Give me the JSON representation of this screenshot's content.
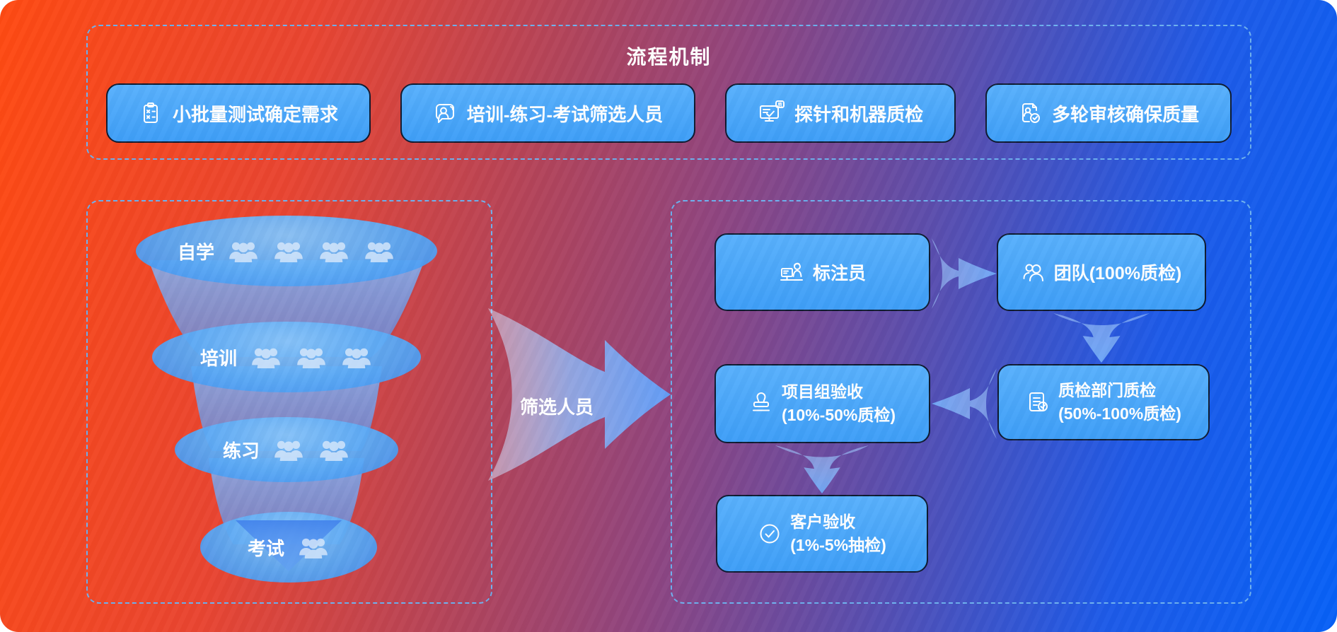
{
  "page": {
    "title": "流程机制"
  },
  "colors": {
    "background_left": "#ff4a12",
    "background_right": "#0761f7",
    "box_fill": "#49a7fb",
    "box_border": "#0e1a30",
    "dashed_border": "#6db0ee",
    "arrow_fill": "#7db4f6",
    "text": "#ffffff"
  },
  "top_boxes": [
    {
      "label": "小批量测试确定需求",
      "icon": "clipboard-tasks-icon"
    },
    {
      "label": "培训-练习-考试筛选人员",
      "icon": "person-badge-icon"
    },
    {
      "label": "探针和机器质检",
      "icon": "monitor-check-icon"
    },
    {
      "label": "多轮审核确保质量",
      "icon": "document-review-icon"
    }
  ],
  "funnel": {
    "levels": [
      {
        "label": "自学",
        "people_groups": 4
      },
      {
        "label": "培训",
        "people_groups": 3
      },
      {
        "label": "练习",
        "people_groups": 2
      },
      {
        "label": "考试",
        "people_groups": 1
      }
    ]
  },
  "screen_arrow": {
    "label": "筛选人员"
  },
  "flow": {
    "annotator": {
      "label": "标注员",
      "icon": "annotator-desk-icon"
    },
    "team": {
      "label": "团队(100%质检)",
      "icon": "team-icon"
    },
    "project": {
      "line1": "项目组验收",
      "line2": "(10%-50%质检)",
      "icon": "stamp-icon"
    },
    "qc": {
      "line1": "质检部门质检",
      "line2": "(50%-100%质检)",
      "icon": "doc-check-icon"
    },
    "client": {
      "line1": "客户验收",
      "line2": "(1%-5%抽检)",
      "icon": "circle-check-icon"
    }
  }
}
